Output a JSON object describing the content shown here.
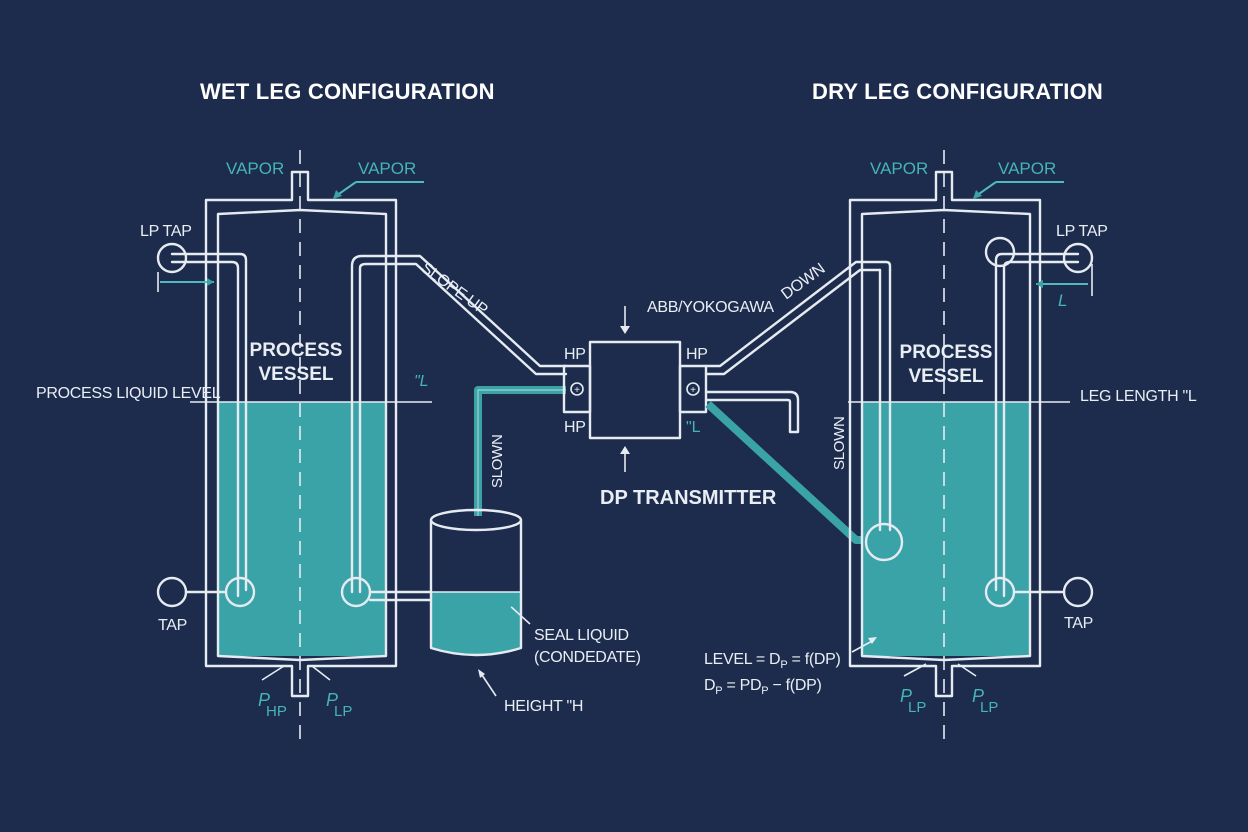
{
  "titles": {
    "wet": "WET LEG CONFIGURATION",
    "dry": "DRY LEG CONFIGURATION"
  },
  "left": {
    "vapor_1": "VAPOR",
    "vapor_2": "VAPOR",
    "lp_tap": "LP TAP",
    "tap": "TAP",
    "vessel_line1": "PROCESS",
    "vessel_line2": "VESSEL",
    "process_liquid_level": "PROCESS LIQUID LEVEL",
    "l_mark": "\"L",
    "p_hp_main": "P",
    "p_hp_sub": "HP",
    "p_lp_main": "P",
    "p_lp_sub": "LP"
  },
  "center": {
    "slope_up": "SLOPE UP",
    "down": "DOWN",
    "abb_yokogawa": "ABB/YOKOGAWA",
    "hp_left_top": "HP",
    "hp_left_bottom": "HP",
    "hp_right_top": "HP",
    "l_right": "\"L",
    "dp_transmitter": "DP TRANSMITTER",
    "slown_left": "SLOWN",
    "seal_liquid_1": "SEAL LIQUID",
    "seal_liquid_2": "(CONDEDATE)",
    "height_h": "HEIGHT \"H",
    "level_eq_1": "LEVEL = D",
    "level_eq_1_sub": "P",
    "level_eq_1_rest": " = f(DP)",
    "level_eq_2": "D",
    "level_eq_2_sub": "P",
    "level_eq_2_rest": " = PD",
    "level_eq_2_sub2": "P",
    "level_eq_2_rest2": " − f(DP)"
  },
  "right": {
    "vapor_1": "VAPOR",
    "vapor_2": "VAPOR",
    "lp_tap": "LP TAP",
    "l_mark": "L",
    "tap": "TAP",
    "vessel_line1": "PROCESS",
    "vessel_line2": "VESSEL",
    "leg_length": "LEG LENGTH \"L",
    "slown": "SLOWN",
    "p_lp1_main": "P",
    "p_lp1_sub": "LP",
    "p_lp2_main": "P",
    "p_lp2_sub": "LP"
  },
  "colors": {
    "background": "#1d2c4c",
    "line": "#e6ebf2",
    "liquid": "#3aa3a8",
    "teal_text": "#45b4b6"
  }
}
